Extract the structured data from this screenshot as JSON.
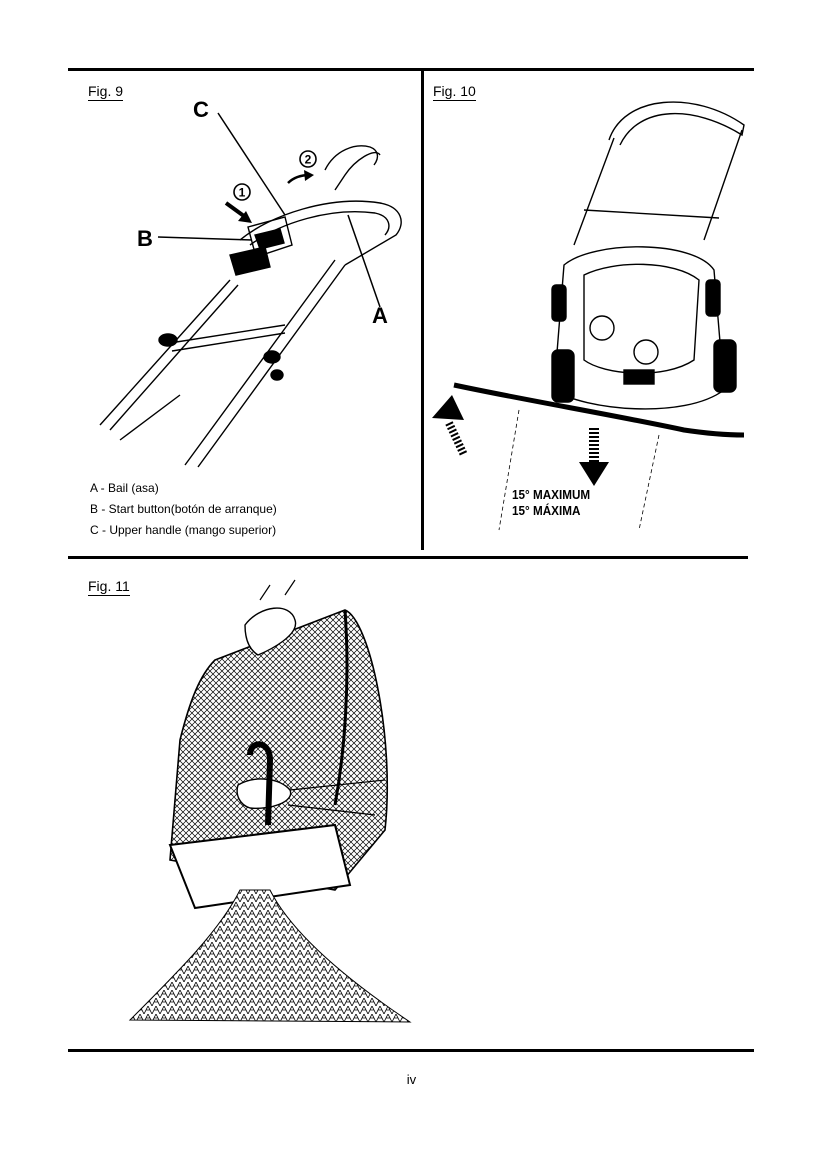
{
  "figures": {
    "fig9": {
      "label": "Fig. 9",
      "callouts": {
        "a": "A",
        "b": "B",
        "c": "C",
        "step1": "1",
        "step2": "2"
      },
      "legend": [
        "A - Bail (asa)",
        "B - Start button(botón de arranque)",
        "C - Upper handle (mango superior)"
      ]
    },
    "fig10": {
      "label": "Fig. 10",
      "slope_caption": [
        "15° MAXIMUM",
        "15° MÁXIMA"
      ]
    },
    "fig11": {
      "label": "Fig. 11"
    }
  },
  "page_number": "iv",
  "icons": [
    "arrow-icon",
    "circled-number-icon"
  ],
  "colors": {
    "ink": "#000000",
    "paper": "#ffffff"
  }
}
